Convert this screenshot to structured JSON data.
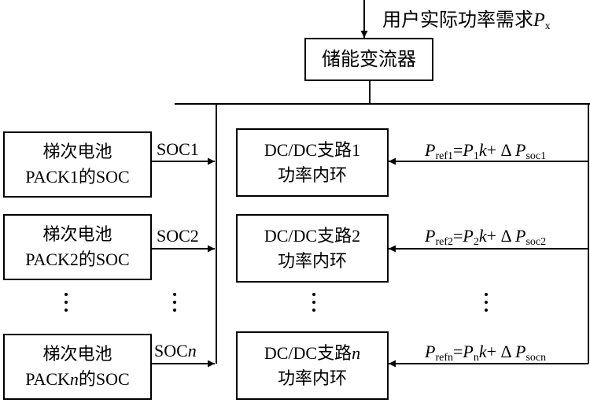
{
  "user_demand": {
    "text": "用户实际功率需求",
    "symbol": "P",
    "subscript": "x"
  },
  "converter": {
    "label": "储能变流器"
  },
  "battery_boxes": [
    {
      "line1": "梯次电池",
      "pack_prefix": "PACK",
      "pack_id": "1",
      "pack_suffix": "的SOC",
      "id_italic": false
    },
    {
      "line1": "梯次电池",
      "pack_prefix": "PACK",
      "pack_id": "2",
      "pack_suffix": "的SOC",
      "id_italic": false
    },
    {
      "line1": "梯次电池",
      "pack_prefix": "PACK",
      "pack_id": "n",
      "pack_suffix": "的SOC",
      "id_italic": true
    }
  ],
  "soc_labels": [
    {
      "prefix": "SOC",
      "id": "1",
      "id_italic": false
    },
    {
      "prefix": "SOC",
      "id": "2",
      "id_italic": false
    },
    {
      "prefix": "SOC",
      "id": "n",
      "id_italic": true
    }
  ],
  "dcdc_boxes": [
    {
      "prefix": "DC/DC支路",
      "id": "1",
      "id_italic": false,
      "line2": "功率内环"
    },
    {
      "prefix": "DC/DC支路",
      "id": "2",
      "id_italic": false,
      "line2": "功率内环"
    },
    {
      "prefix": "DC/DC支路",
      "id": "n",
      "id_italic": true,
      "line2": "功率内环"
    }
  ],
  "ref_formulas": [
    {
      "p": "P",
      "ref_sub": "ref1",
      "eq": "=",
      "pi": "P",
      "pi_sub": "1",
      "k": "k",
      "plus": "+ Δ",
      "psoc": "P",
      "soc_sub": "soc1"
    },
    {
      "p": "P",
      "ref_sub": "ref2",
      "eq": "=",
      "pi": "P",
      "pi_sub": "2",
      "k": "k",
      "plus": "+ Δ",
      "psoc": "P",
      "soc_sub": "soc2"
    },
    {
      "p": "P",
      "ref_sub": "refn",
      "eq": "=",
      "pi": "P",
      "pi_sub": "n",
      "k": "k",
      "plus": "+ Δ",
      "psoc": "P",
      "soc_sub": "socn"
    }
  ],
  "colors": {
    "stroke": "#000000",
    "background": "#ffffff"
  }
}
